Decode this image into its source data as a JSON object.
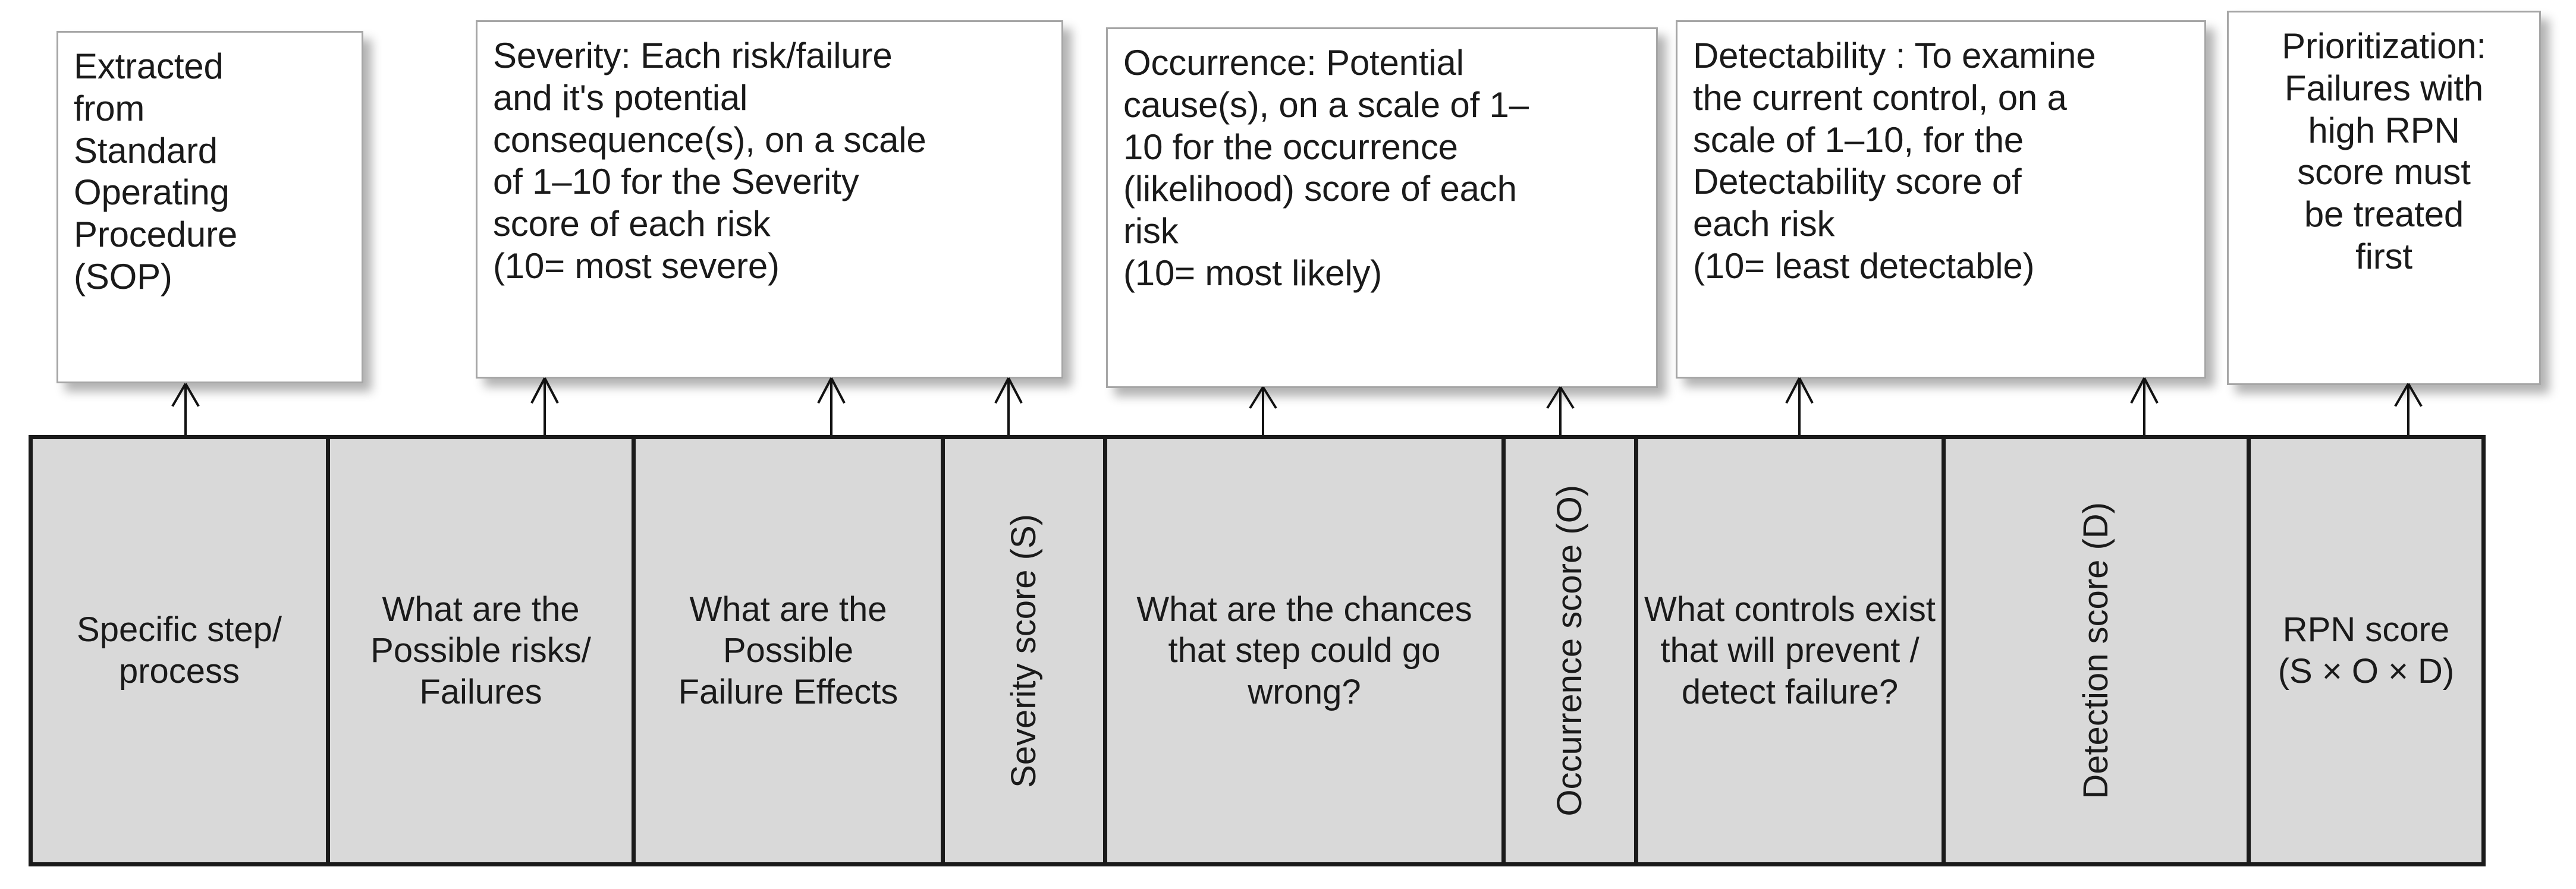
{
  "diagram": {
    "title": "FMEA worksheet column explanations",
    "colors": {
      "cell_fill": "#d9d9d9",
      "cell_border": "#1a1a1a",
      "callout_border": "#a6a6a6",
      "callout_fill": "#ffffff",
      "text": "#1a1a1a"
    }
  },
  "callouts": [
    {
      "id": "sop",
      "text": "Extracted\nfrom\nStandard\nOperating\nProcedure\n(SOP)",
      "align": "left"
    },
    {
      "id": "severity",
      "text": "Severity: Each risk/failure\nand it's potential\nconsequence(s), on a scale\nof 1–10 for the Severity\nscore of each risk\n(10= most severe)",
      "align": "left"
    },
    {
      "id": "occurrence",
      "text": "Occurrence: Potential\ncause(s), on a scale of 1–\n10 for the occurrence\n(likelihood) score of each\nrisk\n(10= most likely)",
      "align": "left"
    },
    {
      "id": "detectability",
      "text": "Detectability : To examine\nthe current control, on a\nscale of 1–10, for the\nDetectability score of\neach risk\n(10= least detectable)",
      "align": "left"
    },
    {
      "id": "prioritization",
      "text": "Prioritization:\nFailures with\nhigh RPN\nscore must\nbe treated\nfirst",
      "align": "center"
    }
  ],
  "arrows": [
    {
      "id": "arrow-to-sop",
      "points_to": "sop",
      "from_column": "specific-step-process"
    },
    {
      "id": "arrow-to-severity-1",
      "points_to": "severity",
      "from_column": "possible-risks-failures"
    },
    {
      "id": "arrow-to-severity-2",
      "points_to": "severity",
      "from_column": "possible-failure-effects"
    },
    {
      "id": "arrow-to-severity-3",
      "points_to": "severity",
      "from_column": "severity-score"
    },
    {
      "id": "arrow-to-occurrence-1",
      "points_to": "occurrence",
      "from_column": "chances-step-could-go-wrong"
    },
    {
      "id": "arrow-to-occurrence-2",
      "points_to": "occurrence",
      "from_column": "occurrence-score"
    },
    {
      "id": "arrow-to-detectability-1",
      "points_to": "detectability",
      "from_column": "controls-prevent-detect"
    },
    {
      "id": "arrow-to-detectability-2",
      "points_to": "detectability",
      "from_column": "detection-score"
    },
    {
      "id": "arrow-to-prioritization",
      "points_to": "prioritization",
      "from_column": "rpn-score"
    }
  ],
  "table": {
    "columns": [
      {
        "id": "specific-step-process",
        "label": "Specific step/\nprocess",
        "orientation": "horizontal"
      },
      {
        "id": "possible-risks-failures",
        "label": "What are the\nPossible risks/\nFailures",
        "orientation": "horizontal"
      },
      {
        "id": "possible-failure-effects",
        "label": "What are the\nPossible\nFailure Effects",
        "orientation": "horizontal"
      },
      {
        "id": "severity-score",
        "label": "Severity score (S)",
        "orientation": "vertical"
      },
      {
        "id": "chances-step-could-go-wrong",
        "label": "What are the chances\nthat step could go\nwrong?",
        "orientation": "horizontal"
      },
      {
        "id": "occurrence-score",
        "label": "Occurrence score (O)",
        "orientation": "vertical"
      },
      {
        "id": "controls-prevent-detect",
        "label": "What controls exist\nthat will  prevent /\ndetect failure?",
        "orientation": "horizontal"
      },
      {
        "id": "detection-score",
        "label": "Detection score (D)",
        "orientation": "vertical"
      },
      {
        "id": "rpn-score",
        "label": "RPN score\n(S × O × D)",
        "orientation": "horizontal"
      }
    ]
  }
}
